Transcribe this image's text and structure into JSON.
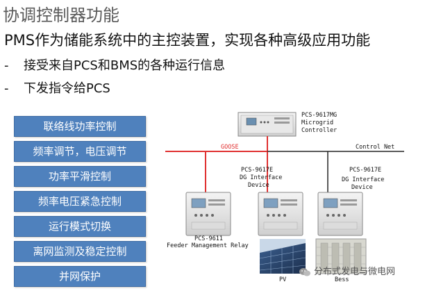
{
  "header": {
    "title": "协调控制器功能",
    "subtitle": "PMS作为储能系统中的主控装置，实现各种高级应用功能"
  },
  "bullets": [
    {
      "dash": "-",
      "text": "接受来自PCS和BMS的各种运行信息"
    },
    {
      "dash": "-",
      "text": "下发指令给PCS"
    }
  ],
  "functions": [
    "联络线功率控制",
    "频率调节，电压调节",
    "功率平滑控制",
    "频率电压紧急控制",
    "运行模式切换",
    "离网监测及稳定控制",
    "并网保护"
  ],
  "diagram": {
    "controller_label": [
      "PCS-9617MG",
      "Microgrid",
      "Controller"
    ],
    "goose_label": "GOOSE",
    "control_net_label": "Control Net",
    "dg1_label": [
      "PCS-9617E",
      "DG Interface",
      "Device"
    ],
    "dg2_label": [
      "PCS-9617E",
      "DG Interface",
      "Device"
    ],
    "feeder_label": [
      "PCS-9611",
      "Feeder Management Relay"
    ],
    "pv_label": "PV",
    "bess_label": "Bess",
    "colors": {
      "goose_line": "#e03030",
      "control_line": "#222222",
      "box_fill": "#4f81bd"
    }
  },
  "watermark": {
    "text": "分布式发电与微电网",
    "icon": "wechat-icon"
  }
}
